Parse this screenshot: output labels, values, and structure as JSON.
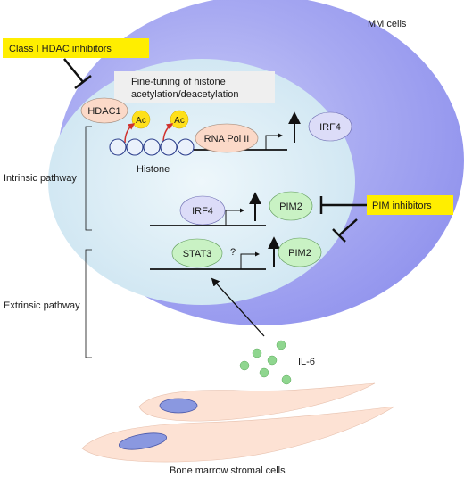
{
  "labels": {
    "mm_cells": "MM cells",
    "hdac_inhibitors": "Class I HDAC inhibitors",
    "fine_tuning_line1": "Fine-tuning of histone",
    "fine_tuning_line2": "acetylation/deacetylation",
    "hdac1": "HDAC1",
    "ac": "Ac",
    "rna_pol": "RNA Pol II",
    "histone": "Histone",
    "irf4": "IRF4",
    "pim2": "PIM2",
    "stat3": "STAT3",
    "question": "?",
    "pim_inhibitors": "PIM inhibitors",
    "intrinsic": "Intrinsic pathway",
    "extrinsic": "Extrinsic pathway",
    "il6": "IL-6",
    "stromal": "Bone marrow stromal cells"
  },
  "colors": {
    "outer_cell": "#9a9cf0",
    "outer_cell_light": "#c9cbf7",
    "nucleus": "#d8ecf6",
    "highlight": "#ffee00",
    "ellipse_blue": "#dcdcf8",
    "ellipse_green": "#c9f2c4",
    "ellipse_pink": "#fbd9c8",
    "ac_yellow": "#ffe01a",
    "il6_green": "#8fd68f",
    "stroma": "#fde2d4",
    "stroma_nucleus": "#8a98e0"
  }
}
